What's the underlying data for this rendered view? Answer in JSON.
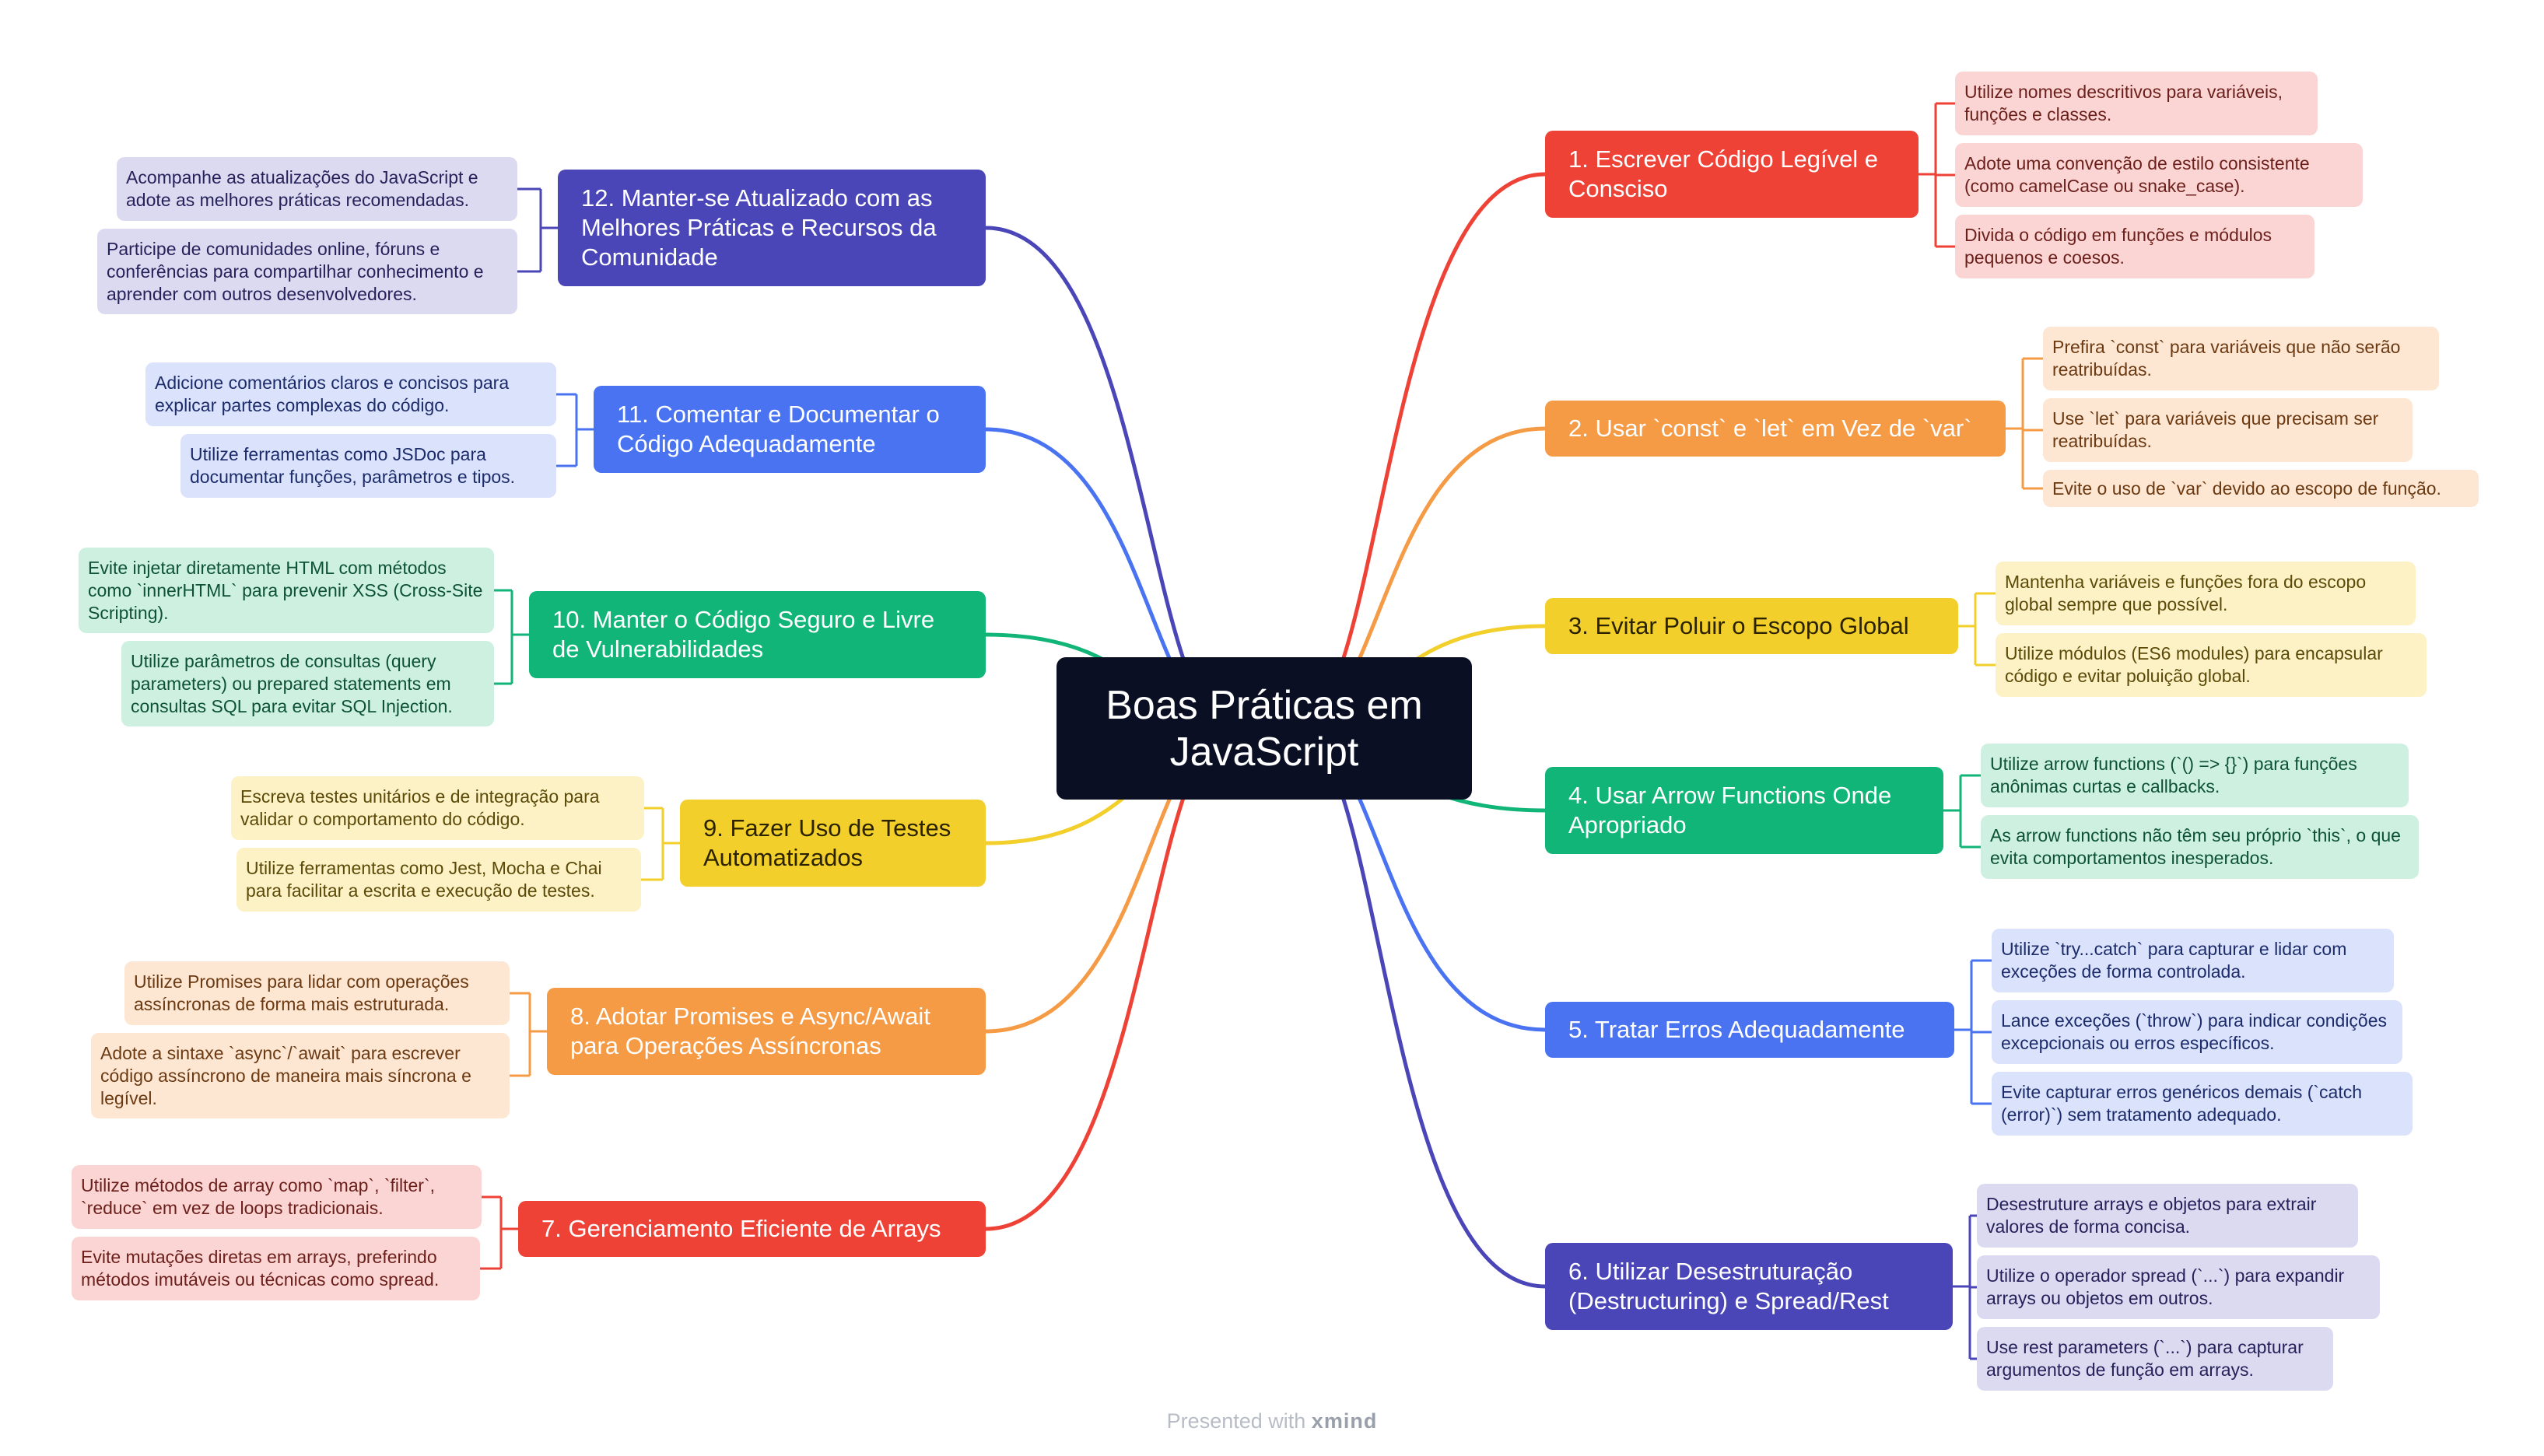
{
  "central": "Boas Práticas em JavaScript",
  "branches": [
    {
      "id": "b1",
      "color": "#ef4237",
      "bg": "#fbd5d3",
      "text": "#6b1f1b",
      "title": "1. Escrever Código Legível e Consciso",
      "items": [
        "Utilize nomes descritivos para variáveis, funções e classes.",
        "Adote uma convenção de estilo consistente (como camelCase ou snake_case).",
        "Divida o código em funções e módulos pequenos e coesos."
      ]
    },
    {
      "id": "b2",
      "color": "#f59b45",
      "bg": "#fde6d2",
      "text": "#6b3a12",
      "title": "2. Usar `const` e `let` em Vez de `var`",
      "items": [
        "Prefira `const` para variáveis que não serão reatribuídas.",
        "Use `let` para variáveis que precisam ser reatribuídas.",
        "Evite o uso de `var` devido ao escopo de função."
      ]
    },
    {
      "id": "b3",
      "color": "#f2cf2a",
      "bg": "#fcf2c6",
      "text": "#5c4a08",
      "title": "3. Evitar Poluir o Escopo Global",
      "items": [
        "Mantenha variáveis e funções fora do escopo global sempre que possível.",
        "Utilize módulos (ES6 modules) para encapsular código e evitar poluição global."
      ]
    },
    {
      "id": "b4",
      "color": "#12b578",
      "bg": "#cdf0e1",
      "text": "#0d5236",
      "title": "4. Usar Arrow Functions Onde Apropriado",
      "items": [
        "Utilize arrow functions (`() => {}`) para funções anônimas curtas e callbacks.",
        "As arrow functions não têm seu próprio `this`, o que evita comportamentos inesperados."
      ]
    },
    {
      "id": "b5",
      "color": "#4a73f2",
      "bg": "#dbe2fb",
      "text": "#1c2c6b",
      "title": "5. Tratar Erros Adequadamente",
      "items": [
        "Utilize `try...catch` para capturar e lidar com exceções de forma controlada.",
        "Lance exceções (`throw`) para indicar condições excepcionais ou erros específicos.",
        "Evite capturar erros genéricos demais (`catch (error)`) sem tratamento adequado."
      ]
    },
    {
      "id": "b6",
      "color": "#4b46b8",
      "bg": "#dcdaf1",
      "text": "#25225a",
      "title": "6. Utilizar Desestruturação (Destructuring) e Spread/Rest",
      "items": [
        "Desestruture arrays e objetos para extrair valores de forma concisa.",
        "Utilize o operador spread (`...`) para expandir arrays ou objetos em outros.",
        "Use rest parameters (`...`) para capturar argumentos de função em arrays."
      ]
    },
    {
      "id": "b7",
      "color": "#ef4237",
      "bg": "#fbd5d3",
      "text": "#6b1f1b",
      "title": "7. Gerenciamento Eficiente de Arrays",
      "items": [
        "Utilize métodos de array como `map`, `filter`, `reduce` em vez de loops tradicionais.",
        "Evite mutações diretas em arrays, preferindo métodos imutáveis ou técnicas como spread."
      ]
    },
    {
      "id": "b8",
      "color": "#f59b45",
      "bg": "#fde6d2",
      "text": "#6b3a12",
      "title": "8. Adotar Promises e Async/Await para Operações Assíncronas",
      "items": [
        "Utilize Promises para lidar com operações assíncronas de forma mais estruturada.",
        "Adote a sintaxe `async`/`await` para escrever código assíncrono de maneira mais síncrona e legível."
      ]
    },
    {
      "id": "b9",
      "color": "#f2cf2a",
      "bg": "#fcf2c6",
      "text": "#5c4a08",
      "title": "9. Fazer Uso de Testes Automatizados",
      "items": [
        "Escreva testes unitários e de integração para validar o comportamento do código.",
        "Utilize ferramentas como Jest, Mocha e Chai para facilitar a escrita e execução de testes."
      ]
    },
    {
      "id": "b10",
      "color": "#12b578",
      "bg": "#cdf0e1",
      "text": "#0d5236",
      "title": "10. Manter o Código Seguro e Livre de Vulnerabilidades",
      "items": [
        "Evite injetar diretamente HTML com métodos como `innerHTML` para prevenir XSS (Cross-Site Scripting).",
        "Utilize parâmetros de consultas (query parameters) ou prepared statements em consultas SQL para evitar SQL Injection."
      ]
    },
    {
      "id": "b11",
      "color": "#4a73f2",
      "bg": "#dbe2fb",
      "text": "#1c2c6b",
      "title": "11. Comentar e Documentar o Código Adequadamente",
      "items": [
        "Adicione comentários claros e concisos para explicar partes complexas do código.",
        "Utilize ferramentas como JSDoc para documentar funções, parâmetros e tipos."
      ]
    },
    {
      "id": "b12",
      "color": "#4b46b8",
      "bg": "#dcdaf1",
      "text": "#25225a",
      "title": "12. Manter-se Atualizado com as Melhores Práticas e Recursos da Comunidade",
      "items": [
        "Acompanhe as atualizações do JavaScript e adote as melhores práticas recomendadas.",
        "Participe de comunidades online, fóruns e conferências para compartilhar conhecimento e aprender com outros desenvolvedores."
      ]
    }
  ],
  "footer": {
    "prefix": "Presented with",
    "brand": "xmind"
  }
}
